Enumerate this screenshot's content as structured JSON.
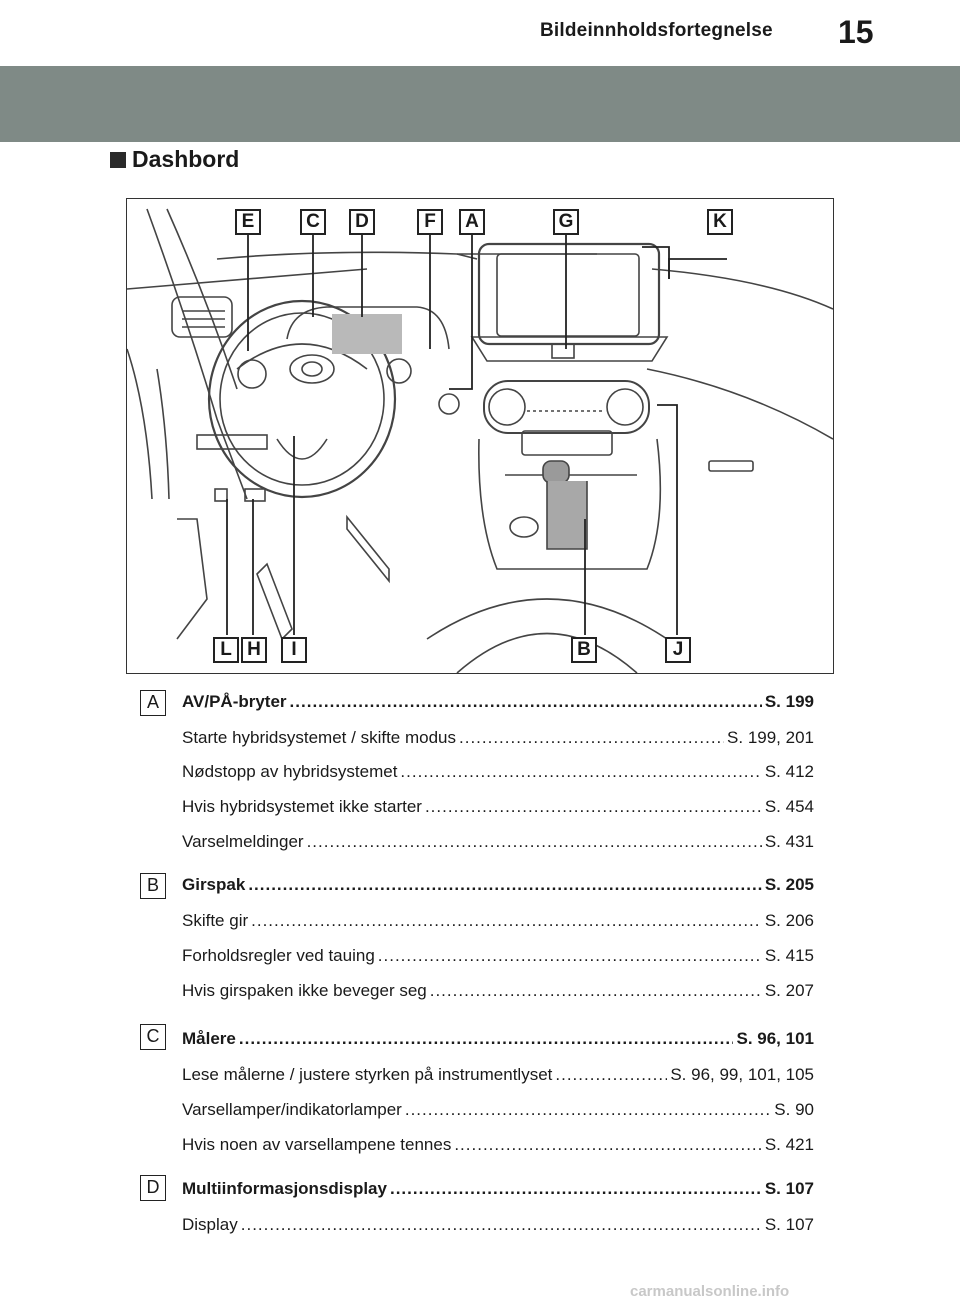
{
  "header": {
    "title": "Bildeinnholdsfortegnelse",
    "page_number": "15"
  },
  "section": {
    "title": "Dashbord"
  },
  "figure": {
    "top_callouts": [
      "E",
      "C",
      "D",
      "F",
      "A",
      "G",
      "K"
    ],
    "bottom_callouts": [
      "L",
      "H",
      "I",
      "B",
      "J"
    ]
  },
  "entries": [
    {
      "letter": "A",
      "title": "AV/PÅ-bryter",
      "ref": "S. 199",
      "items": [
        {
          "label": "Starte hybridsystemet / skifte modus",
          "ref": "S. 199, 201"
        },
        {
          "label": "Nødstopp av hybridsystemet",
          "ref": "S. 412"
        },
        {
          "label": "Hvis hybridsystemet ikke starter",
          "ref": "S. 454"
        },
        {
          "label": "Varselmeldinger",
          "ref": "S. 431"
        }
      ]
    },
    {
      "letter": "B",
      "title": "Girspak",
      "ref": "S. 205",
      "items": [
        {
          "label": "Skifte gir",
          "ref": "S. 206"
        },
        {
          "label": "Forholdsregler ved tauing",
          "ref": "S. 415"
        },
        {
          "label": "Hvis girspaken ikke beveger seg",
          "ref": "S. 207"
        }
      ]
    },
    {
      "letter": "C",
      "title": "Målere",
      "ref": "S. 96, 101",
      "items": [
        {
          "label": "Lese målerne / justere styrken på instrumentlyset",
          "ref": "S. 96, 99, 101, 105"
        },
        {
          "label": "Varsellamper/indikatorlamper",
          "ref": "S. 90"
        },
        {
          "label": "Hvis noen av varsellampene tennes",
          "ref": "S. 421"
        }
      ]
    },
    {
      "letter": "D",
      "title": "Multiinformasjonsdisplay",
      "ref": "S. 107",
      "items": [
        {
          "label": "Display",
          "ref": "S. 107"
        }
      ]
    }
  ],
  "footer": {
    "watermark": "carmanualsonline.info"
  }
}
